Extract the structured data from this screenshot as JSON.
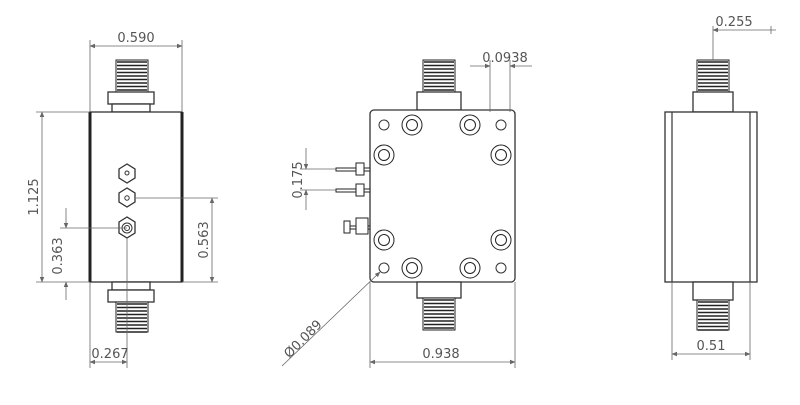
{
  "views": {
    "left": {
      "dims": {
        "width": "0.590",
        "height": "1.125",
        "port_offset": "0.363",
        "port_center": "0.563",
        "port_x": "0.267"
      }
    },
    "front": {
      "dims": {
        "flange": "0.0938",
        "pin_spacing": "0.175",
        "hole_diameter": "Ø0.089",
        "width": "0.938"
      }
    },
    "right": {
      "dims": {
        "connector": "0.255",
        "width": "0.51"
      }
    }
  }
}
